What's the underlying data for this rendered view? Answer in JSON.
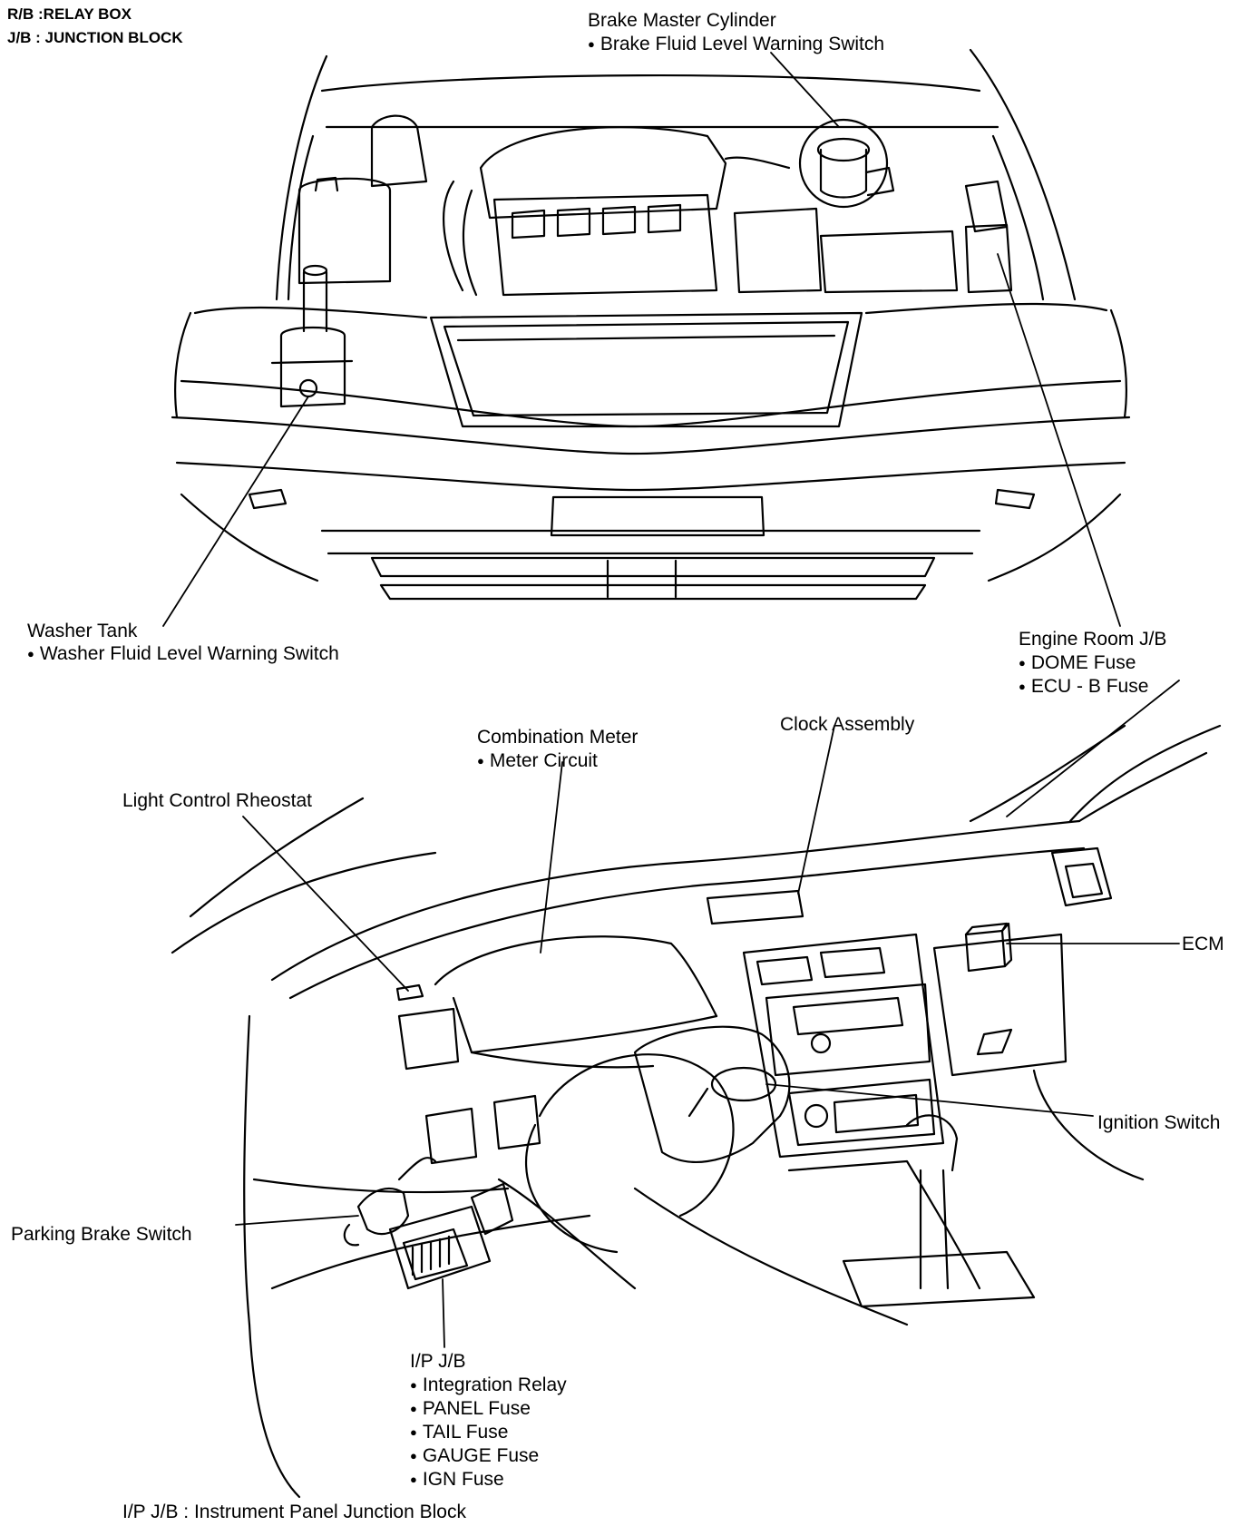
{
  "legend": {
    "rb": "R/B :RELAY BOX",
    "jb": "J/B : JUNCTION BLOCK"
  },
  "labels": {
    "brake_master_cylinder": "Brake Master Cylinder",
    "brake_fluid_switch": "Brake Fluid Level Warning Switch",
    "washer_tank": "Washer Tank",
    "washer_fluid_switch": "Washer Fluid Level Warning Switch",
    "engine_room_jb": "Engine Room J/B",
    "dome_fuse": "DOME Fuse",
    "ecu_b_fuse": "ECU - B Fuse",
    "combination_meter": "Combination Meter",
    "meter_circuit": "Meter Circuit",
    "clock_assembly": "Clock Assembly",
    "light_control_rheostat": "Light Control Rheostat",
    "ecm": "ECM",
    "ignition_switch": "Ignition Switch",
    "parking_brake_switch": "Parking Brake Switch",
    "ip_jb": "I/P J/B",
    "integration_relay": "Integration Relay",
    "panel_fuse": "PANEL Fuse",
    "tail_fuse": "TAIL Fuse",
    "gauge_fuse": "GAUGE Fuse",
    "ign_fuse": "IGN Fuse"
  },
  "footnote": "I/P J/B : Instrument Panel Junction Block"
}
